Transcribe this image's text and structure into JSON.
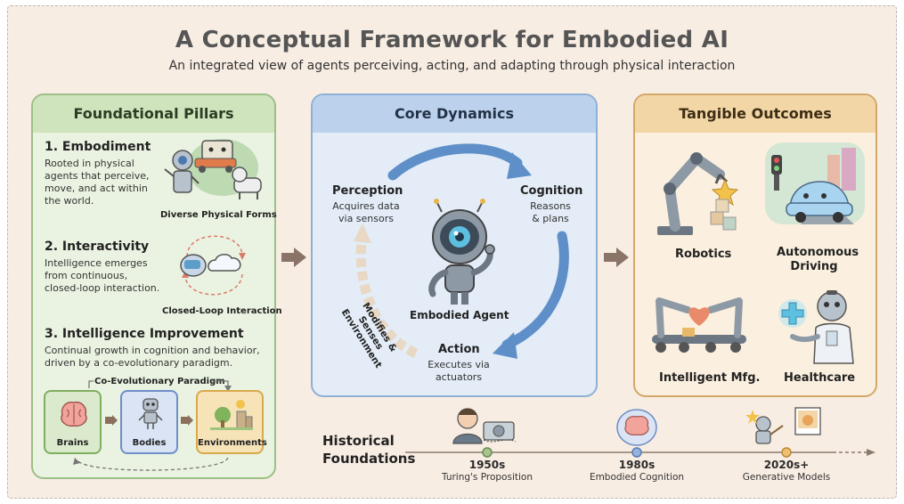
{
  "header": {
    "title": "A Conceptual Framework for Embodied AI",
    "subtitle": "An integrated view of agents perceiving, acting, and adapting through physical interaction"
  },
  "pillars": {
    "heading": "Foundational Pillars",
    "embodiment": {
      "title": "1. Embodiment",
      "text_lines": [
        "Rooted in physical",
        "agents that perceive,",
        "move, and act within",
        "the world."
      ],
      "caption": "Diverse Physical Forms"
    },
    "interactivity": {
      "title": "2. Interactivity",
      "text_lines": [
        "Intelligence emerges",
        "from continuous,",
        "closed-loop interaction."
      ],
      "caption": "Closed-Loop Interaction"
    },
    "improvement": {
      "title": "3. Intelligence Improvement",
      "text_lines": [
        "Continual growth in cognition and behavior,",
        "driven by a co-evolutionary paradigm."
      ],
      "paradigm_label": "Co-Evolutionary Paradigm",
      "stages": [
        "Brains",
        "Bodies",
        "Environments"
      ]
    }
  },
  "core": {
    "heading": "Core Dynamics",
    "perception": {
      "title": "Perception",
      "lines": [
        "Acquires data",
        "via sensors"
      ]
    },
    "cognition": {
      "title": "Cognition",
      "lines": [
        "Reasons",
        "& plans"
      ]
    },
    "action": {
      "title": "Action",
      "lines": [
        "Executes via",
        "actuators"
      ]
    },
    "agent_label": "Embodied Agent",
    "loop_lines": [
      "Modifies & Senses",
      "Environment"
    ]
  },
  "outcomes": {
    "heading": "Tangible Outcomes",
    "items": [
      "Robotics",
      "Autonomous",
      "Driving",
      "Intelligent Mfg.",
      "Healthcare"
    ]
  },
  "history": {
    "heading_lines": [
      "Historical",
      "Foundations"
    ],
    "milestones": [
      {
        "year": "1950s",
        "label": "Turing's Proposition"
      },
      {
        "year": "1980s",
        "label": "Embodied Cognition"
      },
      {
        "year": "2020s+",
        "label": "Generative Models"
      }
    ]
  },
  "colors": {
    "pillars": "#9cbf86",
    "core": "#8fb0d6",
    "outcomes": "#d3a76a",
    "brains_box": "#7fae5e",
    "bodies_box": "#6e8fc8",
    "env_box": "#d9a94c",
    "robot_gray": "#8e99a6"
  }
}
